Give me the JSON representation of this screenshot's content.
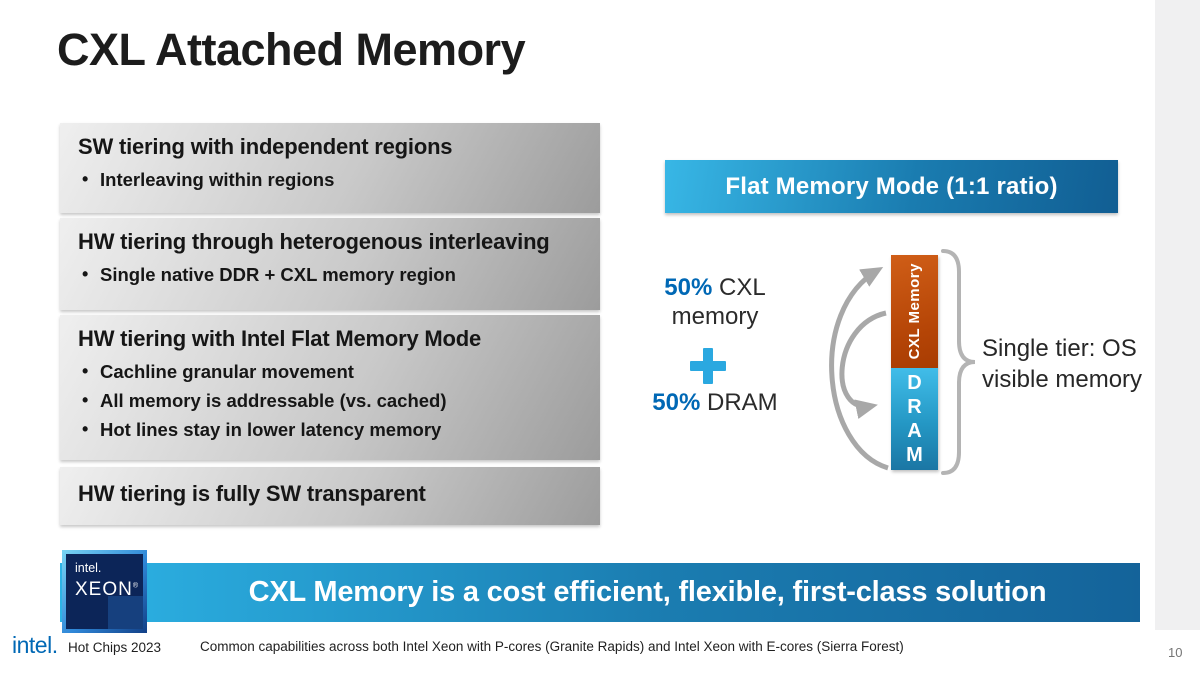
{
  "slide": {
    "title": "CXL Attached Memory"
  },
  "left_boxes": [
    {
      "heading": "SW tiering with independent regions",
      "bullets": [
        "Interleaving within regions"
      ]
    },
    {
      "heading": "HW tiering through heterogenous interleaving",
      "bullets": [
        "Single native DDR + CXL memory region"
      ]
    },
    {
      "heading": "HW tiering with Intel Flat Memory Mode",
      "bullets": [
        "Cachline granular movement",
        "All memory is addressable (vs. cached)",
        "Hot lines stay in lower latency memory"
      ]
    },
    {
      "heading": "HW tiering is fully SW transparent",
      "bullets": []
    }
  ],
  "flat_memory": {
    "banner": "Flat Memory Mode (1:1 ratio)",
    "cxl_pct": "50%",
    "cxl_rest": " CXL",
    "cxl_line2": "memory",
    "dram_pct": "50%",
    "dram_rest": " DRAM",
    "bar": {
      "cxl_label": "CXL Memory",
      "dram_label": "DRAM"
    },
    "caption_line1": "Single tier: OS",
    "caption_line2": "visible memory"
  },
  "bottom_banner": {
    "text": "CXL Memory is a cost efficient, flexible, first-class solution"
  },
  "xeon_badge": {
    "brand": "intel.",
    "product": "XEON",
    "reg": "®"
  },
  "footer": {
    "logo": "intel.",
    "event": "Hot Chips 2023",
    "note": "Common capabilities across both Intel Xeon with P-cores (Granite Rapids) and Intel Xeon with E-cores (Sierra Forest)",
    "page": "10"
  },
  "colors": {
    "accent_blue": "#0068b5",
    "plus_cyan": "#2aa8e0",
    "cxl_orange": "#b44406",
    "dram_blue": "#2497c4",
    "banner_gradient_left": "#2db4e6",
    "banner_gradient_right": "#14639a"
  }
}
